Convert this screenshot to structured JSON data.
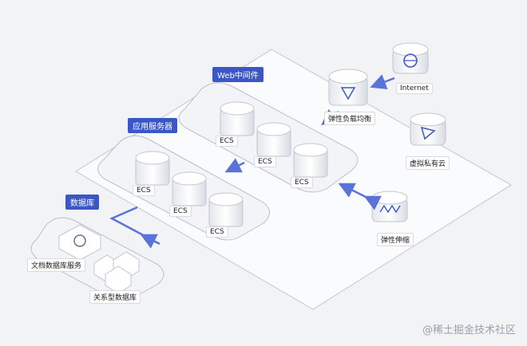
{
  "groups": {
    "web_middleware": "Web中间件",
    "app_servers": "应用服务器",
    "database": "数据库"
  },
  "nodes": {
    "internet": "Internet",
    "load_balancer": "弹性负载均衡",
    "vpc": "虚拟私有云",
    "autoscaling": "弹性伸缩",
    "doc_db": "文档数据库服务",
    "rel_db": "关系型数据库"
  },
  "ecs_label": "ECS",
  "watermark": "@稀土掘金技术社区",
  "colors": {
    "accent": "#3b57c6",
    "arrow": "#5a73d8",
    "panel": "#f7f8fa",
    "stroke": "#c9ced8"
  }
}
